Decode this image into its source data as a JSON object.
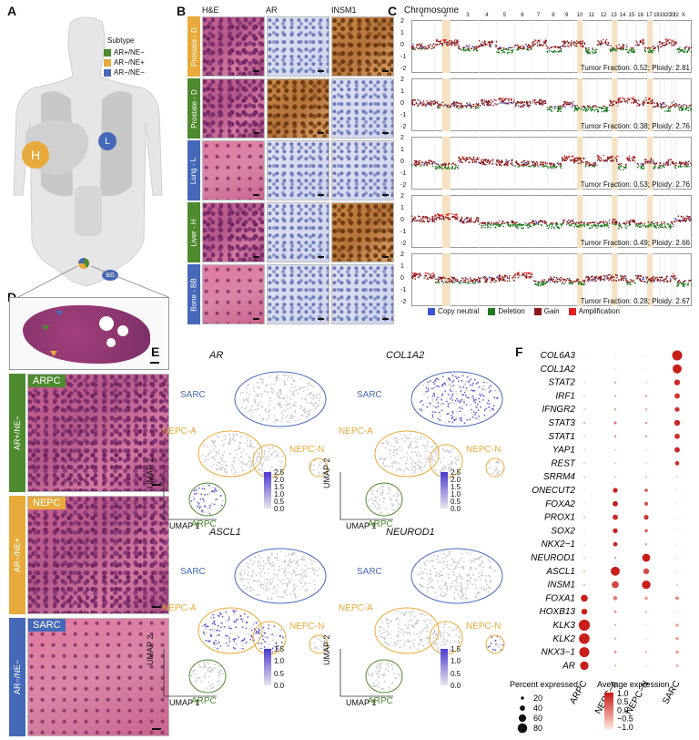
{
  "panels": {
    "a": "A",
    "b": "B",
    "c": "C",
    "d": "D",
    "e": "E",
    "f": "F"
  },
  "panel_a": {
    "legend_title": "Subtype",
    "legend": [
      {
        "label": "AR+/NE−",
        "color": "#4e8a2e"
      },
      {
        "label": "AR−/NE+",
        "color": "#e8aa3a"
      },
      {
        "label": "AR−/NE−",
        "color": "#4568b8"
      }
    ],
    "organ_labels": {
      "liver": "H",
      "lung": "L",
      "bone": "BB"
    }
  },
  "panel_b": {
    "columns": [
      "H&E",
      "AR",
      "INSM1"
    ],
    "rows": [
      {
        "label": "Prostate - D",
        "color": "#e8aa3a"
      },
      {
        "label": "Prostate - D",
        "color": "#4e8a2e"
      },
      {
        "label": "Lung - L",
        "color": "#4568b8"
      },
      {
        "label": "Liver - H",
        "color": "#4e8a2e"
      },
      {
        "label": "Bone - BB",
        "color": "#4568b8"
      }
    ]
  },
  "panel_c": {
    "title": "Chromosome",
    "chromosomes": [
      "1",
      "2",
      "3",
      "4",
      "5",
      "6",
      "7",
      "8",
      "9",
      "10",
      "11",
      "12",
      "13",
      "14",
      "15",
      "16",
      "17",
      "18",
      "19",
      "20",
      "21",
      "22",
      "X"
    ],
    "y_ticks": [
      "2",
      "1",
      "0",
      "-1",
      "-2"
    ],
    "plots": [
      {
        "annotation": "Tumor Fraction: 0.52; Ploidy: 2.81"
      },
      {
        "annotation": "Tumor Fraction: 0.38; Ploidy: 2.76"
      },
      {
        "annotation": "Tumor Fraction: 0.53; Ploidy: 2.76"
      },
      {
        "annotation": "Tumor Fraction: 0.49; Ploidy: 2.66"
      },
      {
        "annotation": "Tumor Fraction: 0.28; Ploidy: 2.67"
      }
    ],
    "legend": [
      {
        "label": "Copy neutral",
        "color": "#3a55d0"
      },
      {
        "label": "Deletion",
        "color": "#1f7a1f"
      },
      {
        "label": "Gain",
        "color": "#8b1a1a"
      },
      {
        "label": "Amplification",
        "color": "#e02020"
      }
    ]
  },
  "panel_d": {
    "rows": [
      {
        "tag": "ARPC",
        "side": "AR+/NE−",
        "color": "#4e8a2e"
      },
      {
        "tag": "NEPC",
        "side": "AR−/NE+",
        "color": "#e8aa3a"
      },
      {
        "tag": "SARC",
        "side": "AR−/NE−",
        "color": "#4568b8"
      }
    ]
  },
  "panel_e": {
    "plots": [
      {
        "gene": "AR",
        "scale": [
          "2.5",
          "2.0",
          "1.5",
          "1.0",
          "0.5",
          "0.0"
        ]
      },
      {
        "gene": "COL1A2",
        "scale": [
          "2.5",
          "2.0",
          "1.5",
          "1.0",
          "0.5",
          "0.0"
        ]
      },
      {
        "gene": "ASCL1",
        "scale": [
          "1.5",
          "1.0",
          "0.5",
          "0.0"
        ]
      },
      {
        "gene": "NEUROD1",
        "scale": [
          "1.5",
          "1.0",
          "0.5",
          "0.0"
        ]
      }
    ],
    "cluster_labels": {
      "sarc": "SARC",
      "nepca": "NEPC-A",
      "nepcn": "NEPC-N",
      "arpc": "ARPC"
    },
    "axis_x": "UMAP 1",
    "axis_y": "UMAP 2"
  },
  "chart_data": {
    "type": "dot",
    "genes": [
      "COL6A3",
      "COL1A2",
      "STAT2",
      "IRF1",
      "IFNGR2",
      "STAT3",
      "STAT1",
      "YAP1",
      "REST",
      "SRRM4",
      "ONECUT2",
      "FOXA2",
      "PROX1",
      "SOX2",
      "NKX2−1",
      "NEUROD1",
      "ASCL1",
      "INSM1",
      "FOXA1",
      "HOXB13",
      "KLK3",
      "KLK2",
      "NKX3−1",
      "AR"
    ],
    "groups": [
      "ARPC",
      "NEPC−A",
      "NEPC−N",
      "SARC"
    ],
    "percent_expressed": [
      [
        5,
        5,
        5,
        85
      ],
      [
        5,
        5,
        5,
        75
      ],
      [
        5,
        10,
        5,
        45
      ],
      [
        5,
        10,
        10,
        40
      ],
      [
        5,
        10,
        10,
        35
      ],
      [
        10,
        15,
        10,
        45
      ],
      [
        5,
        10,
        10,
        40
      ],
      [
        5,
        5,
        5,
        40
      ],
      [
        5,
        5,
        5,
        30
      ],
      [
        5,
        5,
        5,
        5
      ],
      [
        5,
        35,
        20,
        5
      ],
      [
        5,
        40,
        25,
        5
      ],
      [
        10,
        40,
        35,
        5
      ],
      [
        5,
        35,
        20,
        5
      ],
      [
        5,
        30,
        10,
        5
      ],
      [
        5,
        10,
        65,
        5
      ],
      [
        10,
        75,
        45,
        5
      ],
      [
        10,
        55,
        70,
        10
      ],
      [
        55,
        30,
        20,
        25
      ],
      [
        45,
        15,
        10,
        5
      ],
      [
        95,
        10,
        5,
        20
      ],
      [
        90,
        10,
        5,
        20
      ],
      [
        85,
        15,
        10,
        20
      ],
      [
        70,
        10,
        5,
        15
      ]
    ],
    "average_expression": [
      [
        -1.0,
        -0.9,
        -1.0,
        1.0
      ],
      [
        -1.0,
        -0.9,
        -1.0,
        1.0
      ],
      [
        -0.8,
        -0.3,
        -0.5,
        0.9
      ],
      [
        -0.5,
        -0.2,
        -0.3,
        0.8
      ],
      [
        -0.5,
        -0.2,
        -0.3,
        0.8
      ],
      [
        -0.3,
        0.2,
        0.0,
        0.9
      ],
      [
        -0.5,
        0.0,
        -0.2,
        0.8
      ],
      [
        -0.7,
        -0.6,
        -0.8,
        0.9
      ],
      [
        -0.6,
        -0.6,
        -0.7,
        0.9
      ],
      [
        -0.5,
        -0.4,
        -0.3,
        -0.6
      ],
      [
        -0.8,
        1.0,
        0.5,
        -0.8
      ],
      [
        -0.8,
        1.0,
        0.5,
        -0.8
      ],
      [
        -0.6,
        0.9,
        0.8,
        -0.8
      ],
      [
        -0.8,
        1.0,
        0.4,
        -0.8
      ],
      [
        -0.6,
        1.0,
        -0.2,
        -0.8
      ],
      [
        -0.6,
        -0.2,
        1.0,
        -0.8
      ],
      [
        -0.6,
        1.0,
        0.5,
        -0.8
      ],
      [
        -0.6,
        0.6,
        1.0,
        -0.7
      ],
      [
        1.0,
        0.0,
        -0.3,
        -0.2
      ],
      [
        1.0,
        -0.2,
        -0.5,
        -0.8
      ],
      [
        1.0,
        -0.5,
        -0.8,
        -0.3
      ],
      [
        1.0,
        -0.4,
        -0.8,
        -0.3
      ],
      [
        1.0,
        -0.2,
        -0.5,
        -0.3
      ],
      [
        1.0,
        -0.5,
        -0.8,
        -0.4
      ]
    ],
    "size_legend_title": "Percent expressed",
    "size_legend": [
      "20",
      "40",
      "60",
      "80"
    ],
    "color_legend_title": "Average expression",
    "color_legend": [
      "1.0",
      "0.5",
      "0.0",
      "−0.5",
      "−1.0"
    ]
  }
}
